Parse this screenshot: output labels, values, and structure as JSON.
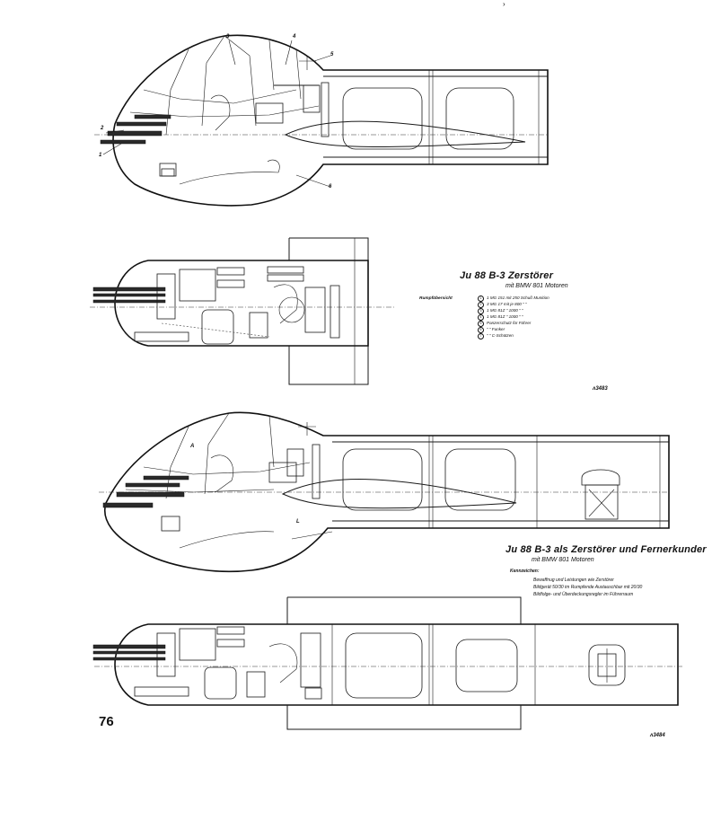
{
  "page_number": "76",
  "top_mark": "›",
  "drawing1": {
    "labels": [
      "3",
      "4",
      "5",
      "2",
      "1",
      "6"
    ]
  },
  "drawing2": {
    "title": "Ju 88 B-3 Zerstörer",
    "subtitle": "mit BMW 801 Motoren",
    "legend_heading": "Rumpfübersicht",
    "legend": [
      {
        "num": "1",
        "text": "1 MG 151 mit 250 Schuß Munition"
      },
      {
        "num": "2",
        "text": "3 MG 17 mit je 800 ″ ″"
      },
      {
        "num": "3",
        "text": "1 MG 81Z ″ 1000 ″ ″"
      },
      {
        "num": "4",
        "text": "1 MG 81Z ″ 1000 ″ ″"
      },
      {
        "num": "5",
        "text": "Panzerschutz für Führer"
      },
      {
        "num": "6",
        "text": "″ ″ Funker"
      },
      {
        "num": "7",
        "text": "″ ″ C-Schützen"
      }
    ],
    "reference": "ʌ3483"
  },
  "drawing3": {
    "title": "Ju 88 B-3 als Zerstörer und Fernerkunder",
    "subtitle": "mit BMW 801 Motoren",
    "notes_heading": "Kennzeichen:",
    "notes": [
      "Bewaffnug und Leistungen wie Zerstörer",
      "Bildgerät 50/30 im Rumpfende Austauschbar mit 20/30",
      "Bildfolge- und Überdeckungsregler im Führerraum"
    ],
    "labels": [
      "A",
      "L"
    ]
  },
  "drawing4": {
    "reference": "ʌ3484"
  }
}
